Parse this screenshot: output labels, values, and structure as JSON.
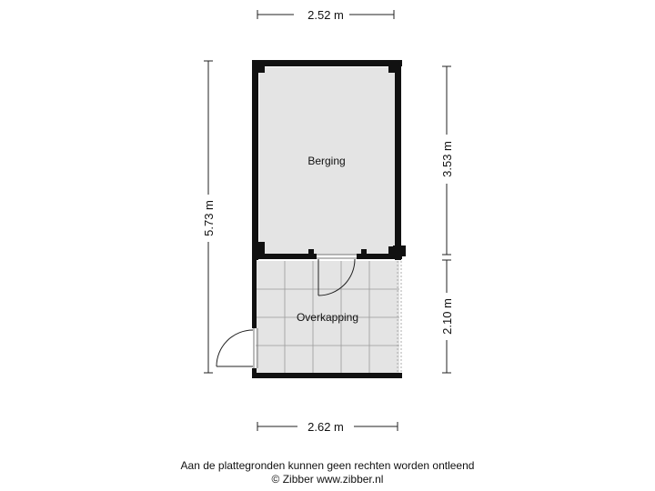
{
  "dimensions": {
    "top_width": "2.52 m",
    "bottom_width": "2.62 m",
    "total_height": "5.73 m",
    "berging_height": "3.53 m",
    "overkapping_height": "2.10 m"
  },
  "rooms": {
    "berging": "Berging",
    "overkapping": "Overkapping"
  },
  "footer": {
    "disclaimer": "Aan de plattegronden kunnen geen rechten worden ontleend",
    "copyright": "© Zibber www.zibber.nl"
  },
  "colors": {
    "wall": "#111111",
    "floor": "#e4e4e4",
    "tile_line": "#9a9a9a",
    "dimension_line": "#222222"
  }
}
